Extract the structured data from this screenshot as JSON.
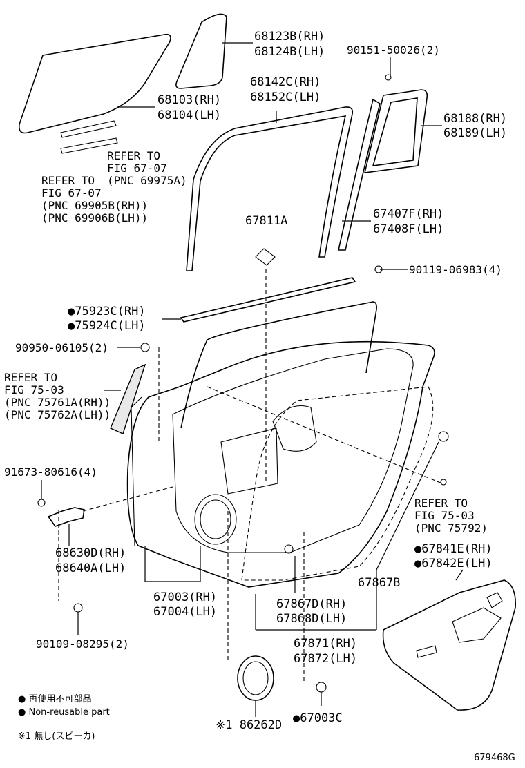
{
  "figure_id": "679468G",
  "labels": {
    "l_68123B": "68123B(RH)",
    "l_68124B": "68124B(LH)",
    "l_90151": "90151-50026(2)",
    "l_68103": "68103(RH)",
    "l_68104": "68104(LH)",
    "l_68142C": "68142C(RH)",
    "l_68152C": "68152C(LH)",
    "l_68188": "68188(RH)",
    "l_68189": "68189(LH)",
    "l_67407F": "67407F(RH)",
    "l_67408F": "67408F(LH)",
    "l_67811A": "67811A",
    "l_90119": "90119-06983(4)",
    "l_75923C": "●75923C(RH)",
    "l_75924C": "●75924C(LH)",
    "l_90950": "90950-06105(2)",
    "l_91673": "91673-80616(4)",
    "l_68630D": "68630D(RH)",
    "l_68640A": "68640A(LH)",
    "l_67003": "67003(RH)",
    "l_67004": "67004(LH)",
    "l_90109": "90109-08295(2)",
    "l_67867D": "67867D(RH)",
    "l_67868D": "67868D(LH)",
    "l_67867B": "67867B",
    "l_67871": "67871(RH)",
    "l_67872": "67872(LH)",
    "l_67841E": "●67841E(RH)",
    "l_67842E": "●67842E(LH)",
    "l_86262D": "※1 86262D",
    "l_67003C": "●67003C"
  },
  "refs": {
    "r1": [
      "REFER TO",
      "FIG 67-07",
      "(PNC 69975A)"
    ],
    "r2": [
      "REFER TO",
      "FIG 67-07",
      "(PNC 69905B(RH))",
      "(PNC 69906B(LH))"
    ],
    "r3": [
      "REFER TO",
      "FIG 75-03",
      "(PNC 75761A(RH))",
      "(PNC 75762A(LH))"
    ],
    "r4": [
      "REFER TO",
      "FIG 75-03",
      "(PNC 75792)"
    ]
  },
  "legend": {
    "ja": "● 再使用不可部品",
    "en": "● Non-reusable part",
    "footnote": "※1 無し(スピーカ)"
  }
}
